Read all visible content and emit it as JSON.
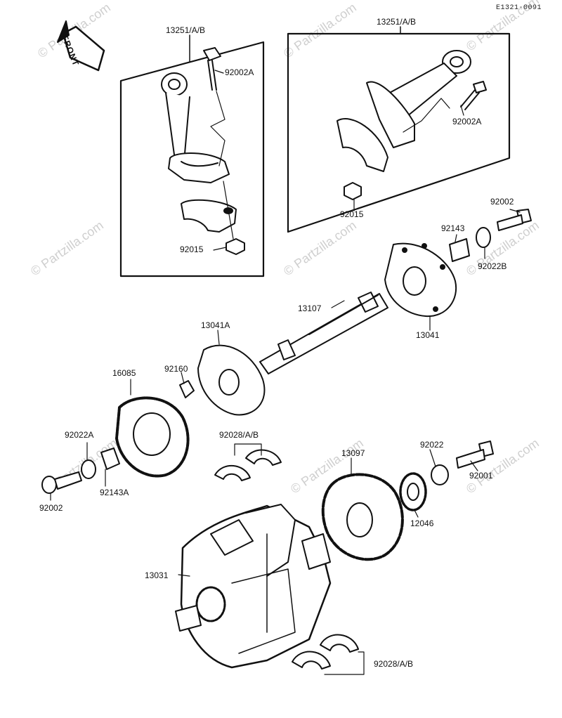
{
  "diagram": {
    "reference_code": "E1321-0091",
    "front_label": "FRONT",
    "watermark": "© Partzilla.com",
    "boxes": {
      "left_assembly_label": "13251/A/B",
      "right_assembly_label": "13251/A/B"
    },
    "parts": {
      "p92002A_left": "92002A",
      "p92015_left": "92015",
      "p92002A_right": "92002A",
      "p92015_right": "92015",
      "p92002_top": "92002",
      "p92143_top": "92143",
      "p92022B": "92022B",
      "p13107": "13107",
      "p13041A": "13041A",
      "p13041": "13041",
      "p16085": "16085",
      "p92160": "92160",
      "p92022A": "92022A",
      "p92143A": "92143A",
      "p92002_left": "92002",
      "p92028_mid": "92028/A/B",
      "p13097": "13097",
      "p92022": "92022",
      "p92001": "92001",
      "p12046": "12046",
      "p13031": "13031",
      "p92028_bottom": "92028/A/B"
    }
  }
}
